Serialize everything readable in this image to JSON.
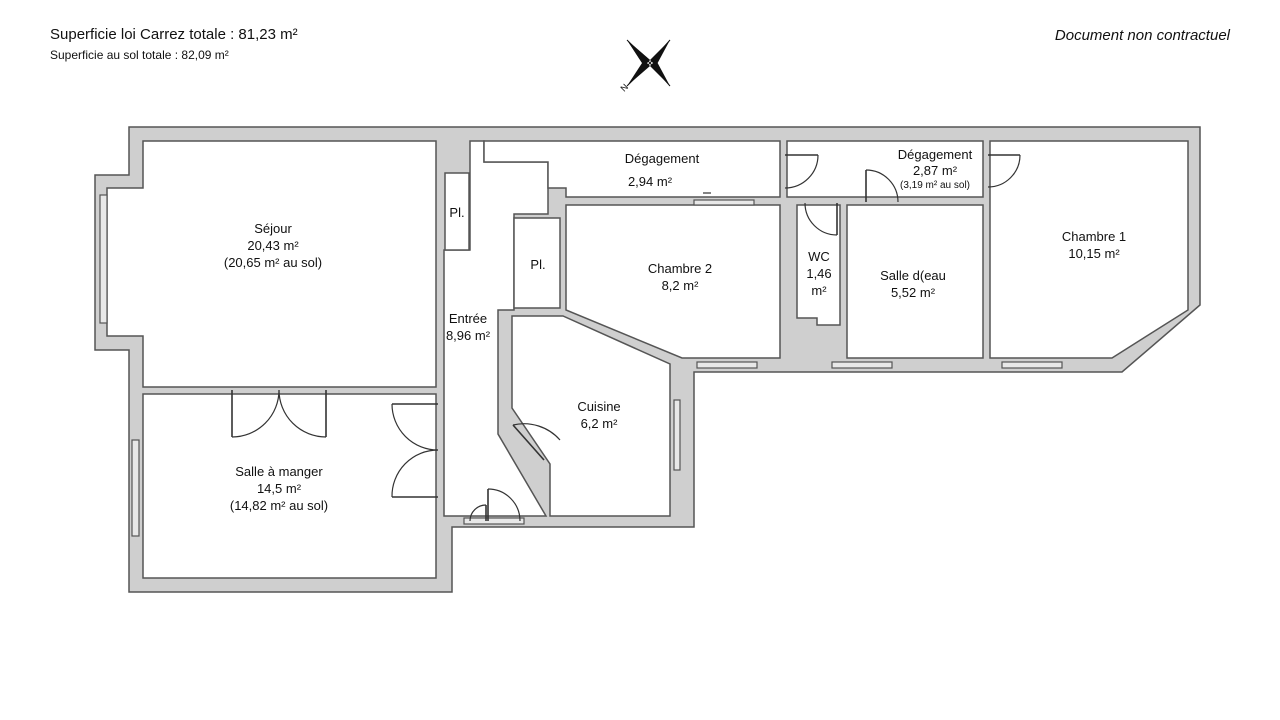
{
  "header": {
    "total_carrez": "Superficie loi Carrez totale :  81,23 m²",
    "total_floor": "Superficie au sol totale :  82,09 m²",
    "disclaimer": "Document non contractuel"
  },
  "compass": {
    "north_label": "N"
  },
  "rooms": {
    "sejour": {
      "name": "Séjour",
      "area": "20,43 m²",
      "floor_area": "(20,65 m² au sol)"
    },
    "salle_a_manger": {
      "name": "Salle à manger",
      "area": "14,5 m²",
      "floor_area": "(14,82 m² au sol)"
    },
    "entree": {
      "name": "Entrée",
      "area": "8,96 m²"
    },
    "placard_1": {
      "name": "Pl."
    },
    "placard_2": {
      "name": "Pl."
    },
    "degagement_1": {
      "name": "Dégagement",
      "area": "2,94 m²"
    },
    "chambre_2": {
      "name": "Chambre 2",
      "area": "8,2 m²"
    },
    "cuisine": {
      "name": "Cuisine",
      "area": "6,2 m²"
    },
    "degagement_2": {
      "name": "Dégagement",
      "area": "2,87 m²",
      "floor_area": "(3,19 m² au sol)"
    },
    "wc": {
      "name": "WC",
      "area_num": "1,46",
      "area_unit": "m²"
    },
    "salle_deau": {
      "name": "Salle d(eau",
      "area": "5,52 m²"
    },
    "chambre_1": {
      "name": "Chambre 1",
      "area": "10,15 m²"
    }
  }
}
